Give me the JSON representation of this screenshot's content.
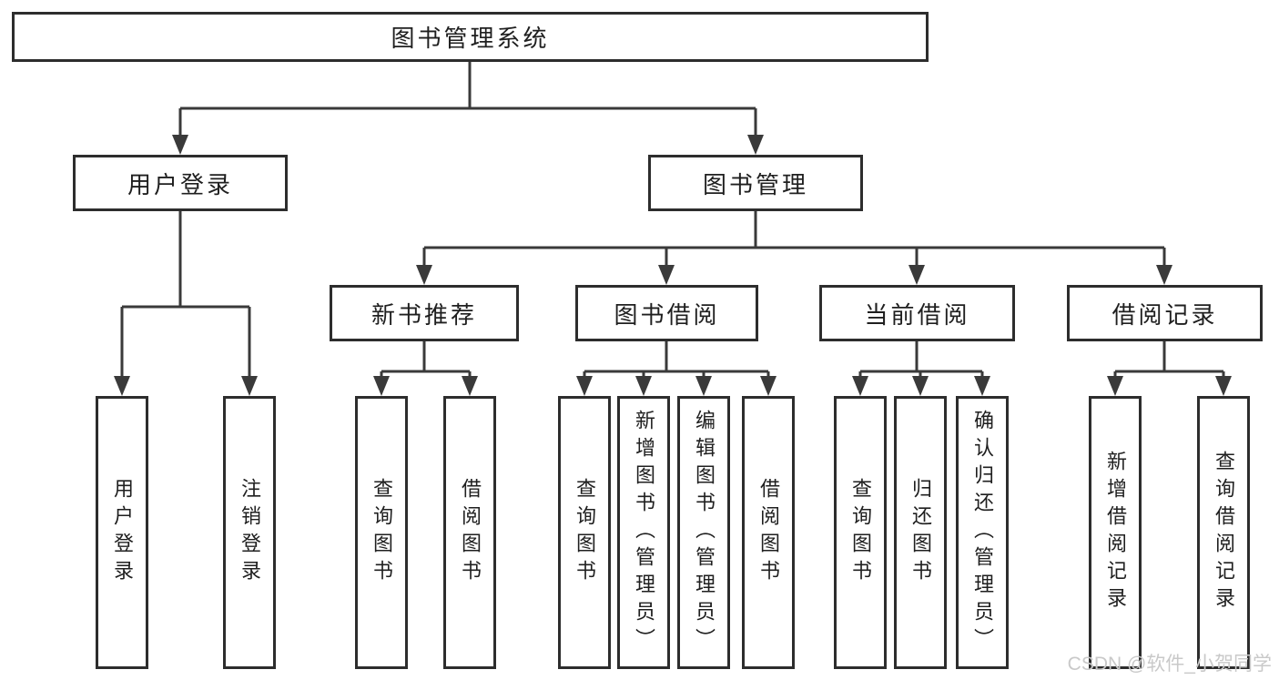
{
  "nodes": {
    "root": "图书管理系统",
    "l2_user": "用户登录",
    "l2_book": "图书管理",
    "l3_newbook": "新书推荐",
    "l3_borrow": "图书借阅",
    "l3_current": "当前借阅",
    "l3_records": "借阅记录",
    "leaf_login": "用户登录",
    "leaf_logout": "注销登录",
    "leaf_nb_query": "查询图书",
    "leaf_nb_borrow": "借阅图书",
    "leaf_bb_query": "查询图书",
    "leaf_bb_add": "新增图书（管理员）",
    "leaf_bb_edit": "编辑图书（管理员）",
    "leaf_bb_borrow": "借阅图书",
    "leaf_cb_query": "查询图书",
    "leaf_cb_return": "归还图书",
    "leaf_cb_confirm": "确认归还（管理员）",
    "leaf_br_add": "新增借阅记录",
    "leaf_br_query": "查询借阅记录"
  },
  "watermark": "CSDN @软件_小贺同学",
  "colors": {
    "line": "#3a3a3a",
    "border": "#2d2d2d",
    "text": "#1f1f1f",
    "background": "#ffffff",
    "watermark": "#c9c9c9"
  }
}
